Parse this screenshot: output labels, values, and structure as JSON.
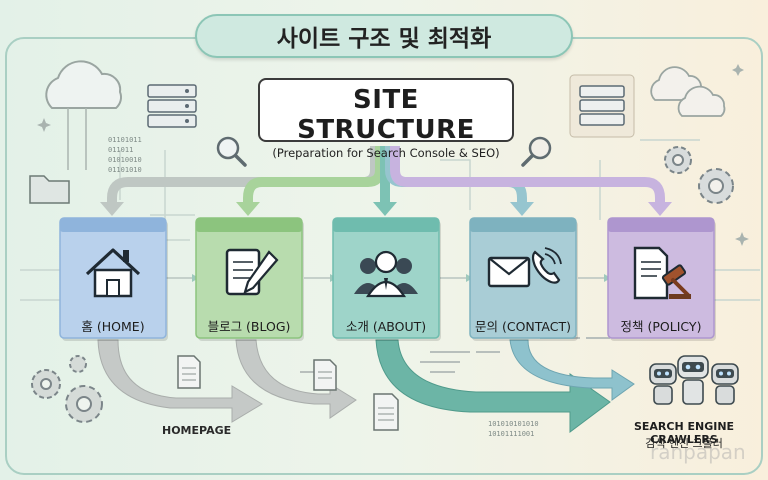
{
  "title": "사이트 구조 및 최적화",
  "structure": {
    "title": "SITE STRUCTURE",
    "subtitle": "(Preparation for Search Console & SEO)"
  },
  "pages": [
    {
      "label": "홈 (HOME)",
      "color": "#b9d1ec",
      "header": "#8fb4dc",
      "icon": "house-icon"
    },
    {
      "label": "블로그 (BLOG)",
      "color": "#b8dcae",
      "header": "#8cc47e",
      "icon": "notepad-pen-icon"
    },
    {
      "label": "소개 (ABOUT)",
      "color": "#9ed4c9",
      "header": "#6fbcae",
      "icon": "team-icon"
    },
    {
      "label": "문의 (CONTACT)",
      "color": "#a9cdd6",
      "header": "#7eb2bf",
      "icon": "envelope-phone-icon"
    },
    {
      "label": "정책 (POLICY)",
      "color": "#cdbbe0",
      "header": "#ae96cf",
      "icon": "document-gavel-icon"
    }
  ],
  "homepage_label": "HOMEPAGE",
  "crawlers": {
    "label": "SEARCH ENGINE CRAWLERS",
    "sublabel": "검색 엔진 크롤러"
  },
  "binary": [
    "01101011",
    "011011",
    "01010010",
    "01101010"
  ],
  "binary_bottom": [
    "101010101010",
    "10101111001"
  ],
  "watermark": "ranpapan",
  "colors": {
    "background_left": "#e6f2ea",
    "background_right": "#f8efdd",
    "arrow_gray": "#bdbdbd",
    "arrow_teal": "#6bb6a8"
  }
}
